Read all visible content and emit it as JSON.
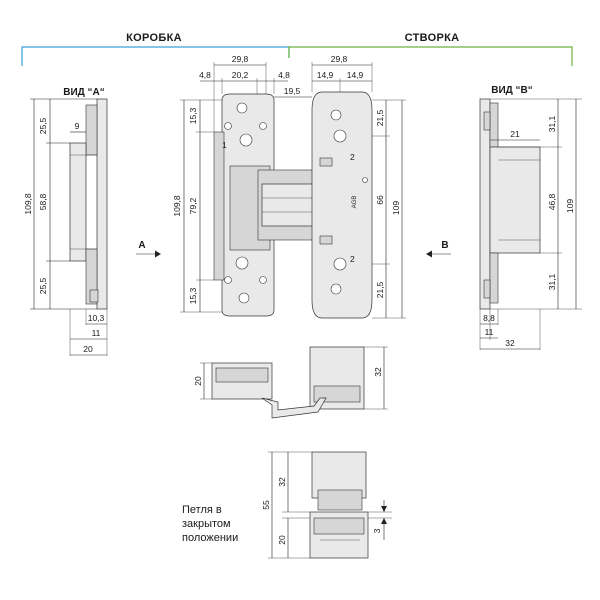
{
  "headers": {
    "frame": "КОРОБКА",
    "leaf": "СТВОРКА",
    "frame_color": "#3aa0d8",
    "leaf_color": "#6cb33f"
  },
  "views": {
    "a": "ВИД “А“",
    "b": "ВИД “В“",
    "arrow_a": "A",
    "arrow_b": "B"
  },
  "brand": "AGB",
  "part_numbers": {
    "one": "1",
    "two": "2"
  },
  "note": [
    "Петля в",
    "закрытом",
    "положении"
  ],
  "dims": {
    "top_29_8_left": "29,8",
    "top_4_8_a": "4,8",
    "top_20_2": "20,2",
    "top_4_8_b": "4,8",
    "top_19_5": "19,5",
    "top_29_8_right": "29,8",
    "top_14_9_a": "14,9",
    "top_14_9_b": "14,9",
    "left_15_3_top": "15,3",
    "left_109_8": "109,8",
    "left_79_2": "79,2",
    "left_15_3_bot": "15,3",
    "right_21_5_top": "21,5",
    "right_66": "66",
    "right_109": "109",
    "right_21_5_bot": "21,5",
    "va_25_5_top": "25,5",
    "va_9": "9",
    "va_109_8": "109,8",
    "va_58_8": "58,8",
    "va_25_5_bot": "25,5",
    "va_10_3": "10,3",
    "va_11": "11",
    "va_20": "20",
    "vb_31_1_top": "31,1",
    "vb_21": "21",
    "vb_46_8": "46,8",
    "vb_109": "109",
    "vb_31_1_bot": "31,1",
    "vb_8_8": "8,8",
    "vb_11": "11",
    "vb_32": "32",
    "mid_20": "20",
    "mid_32": "32",
    "bot_32": "32",
    "bot_55": "55",
    "bot_20": "20",
    "bot_3": "3"
  }
}
